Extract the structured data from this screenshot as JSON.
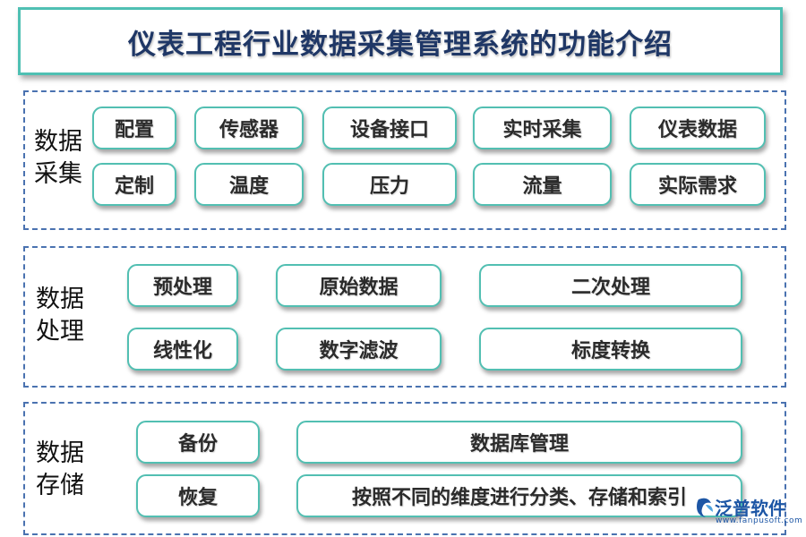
{
  "title": "仪表工程行业数据采集管理系统的功能介绍",
  "sections": [
    {
      "label_line1": "数据",
      "label_line2": "采集",
      "rows": [
        [
          "配置",
          "传感器",
          "设备接口",
          "实时采集",
          "仪表数据"
        ],
        [
          "定制",
          "温度",
          "压力",
          "流量",
          "实际需求"
        ]
      ]
    },
    {
      "label_line1": "数据",
      "label_line2": "处理",
      "rows": [
        [
          "预处理",
          "原始数据",
          "二次处理"
        ],
        [
          "线性化",
          "数字滤波",
          "标度转换"
        ]
      ]
    },
    {
      "label_line1": "数据",
      "label_line2": "存储",
      "rows": [
        [
          "备份",
          "数据库管理"
        ],
        [
          "恢复",
          "按照不同的维度进行分类、存储和索引"
        ]
      ]
    }
  ],
  "logo": {
    "name": "泛普软件",
    "url": "www.fanpusoft.com",
    "icon": "fanpu-logo-icon",
    "color": "#1d56a5"
  },
  "colors": {
    "pill_border": "#52bfb2",
    "dash_border": "#4a72b0",
    "title_text": "#1f3766"
  }
}
